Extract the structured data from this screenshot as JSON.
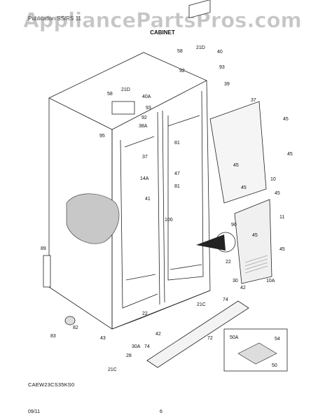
{
  "watermark": "AppliancePartsPros.com",
  "header_partial": "Publication    SS/RS 11",
  "page_title": "CABINET",
  "model_code": "CAEW23CS35KS0",
  "footer": {
    "date": "09/11",
    "page": "6"
  },
  "callouts": {
    "c58a": "58",
    "c21d_a": "21D",
    "c40": "40",
    "c93_a": "93",
    "c92_a": "92",
    "c39": "39",
    "c58b": "58",
    "c21d_b": "21D",
    "c40a": "40A",
    "c93_b": "93",
    "c92_b": "92",
    "c37_a": "37",
    "c38a": "38A",
    "c95": "95",
    "c37_b": "37",
    "c81_a": "81",
    "c47": "47",
    "c81_b": "81",
    "c14a": "14A",
    "c41": "41",
    "c100": "100",
    "c89": "89",
    "c45_a": "45",
    "c45_b": "45",
    "c45_c": "45",
    "c45_d": "45",
    "c10": "10",
    "c45_e": "45",
    "c11": "11",
    "c90": "90",
    "c45_f": "45",
    "c45_g": "45",
    "c10a": "10A",
    "c22": "22",
    "c30": "30",
    "c42_a": "42",
    "c74_a": "74",
    "c21c_a": "21C",
    "c82": "82",
    "c83": "83",
    "c43": "43",
    "c22_b": "22",
    "c42_b": "42",
    "c30a": "30A",
    "c74_b": "74",
    "c28": "28",
    "c21c_b": "21C",
    "c72": "72",
    "c50a": "50A",
    "c54": "54",
    "c50": "50"
  }
}
